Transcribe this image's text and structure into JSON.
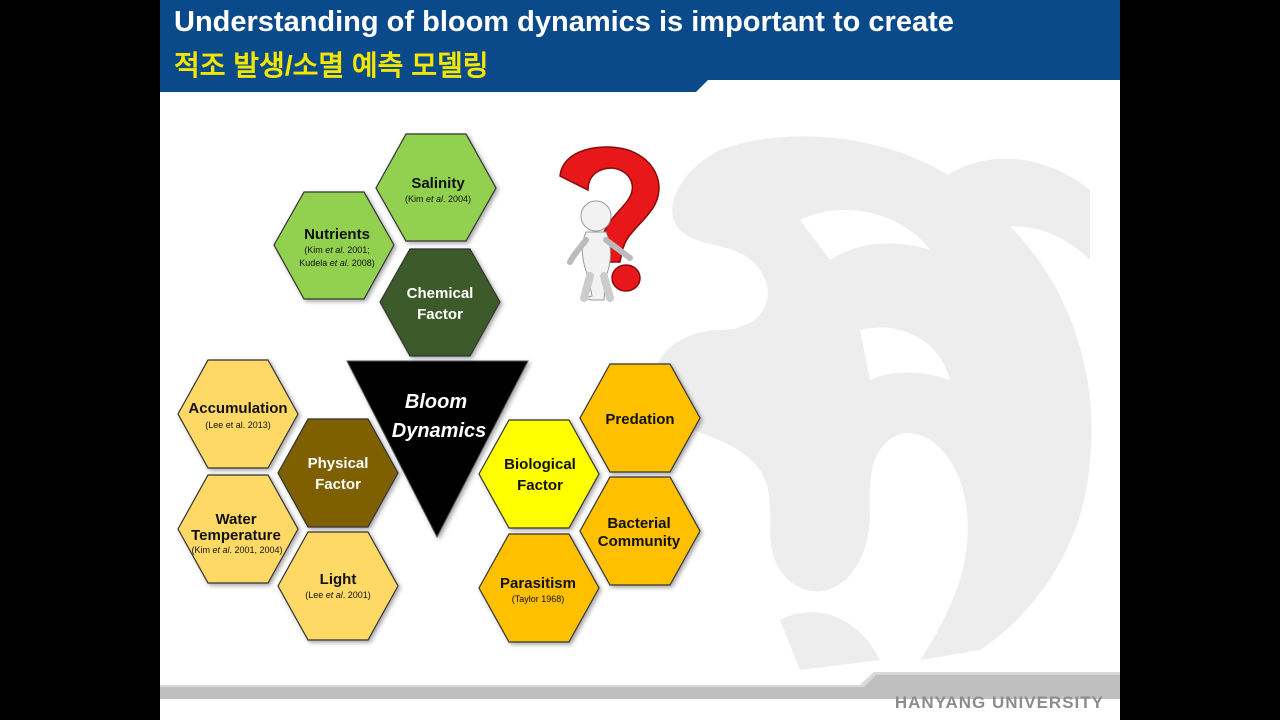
{
  "header": {
    "title_line1": "Understanding of bloom dynamics is important to create",
    "title_line2": "적조 발생/소멸 예측 모델링"
  },
  "footer": {
    "university": "HANYANG UNIVERSITY"
  },
  "diagram": {
    "center": {
      "line1": "Bloom",
      "line2": "Dynamics"
    },
    "chemical": {
      "factor": {
        "line1": "Chemical",
        "line2": "Factor"
      },
      "salinity": {
        "label": "Salinity",
        "ref_pre": "(Kim ",
        "ref_ital": "et al",
        "ref_post": ". 2004)"
      },
      "nutrients": {
        "label": "Nutrients",
        "ref1_pre": "(Kim ",
        "ref1_ital": "et al",
        "ref1_post": ". 2001;",
        "ref2_pre": "Kudela ",
        "ref2_ital": "et al",
        "ref2_post": ". 2008)"
      }
    },
    "physical": {
      "factor": {
        "line1": "Physical",
        "line2": "Factor"
      },
      "accumulation": {
        "label": "Accumulation",
        "ref": "(Lee et al. 2013)"
      },
      "water_temperature": {
        "line1": "Water",
        "line2": "Temperature",
        "ref_pre": "(Kim ",
        "ref_ital": "et al",
        "ref_post": ". 2001, 2004)"
      },
      "light": {
        "label": "Light",
        "ref_pre": "(Lee ",
        "ref_ital": "et al",
        "ref_post": ". 2001)"
      }
    },
    "biological": {
      "factor": {
        "line1": "Biological",
        "line2": "Factor"
      },
      "predation": {
        "label": "Predation"
      },
      "bacterial_community": {
        "line1": "Bacterial",
        "line2": "Community"
      },
      "parasitism": {
        "label": "Parasitism",
        "ref": "(Taylor 1968)"
      }
    }
  },
  "colors": {
    "header_blue": "#0b4a8a",
    "light_green": "#92d050",
    "dark_green": "#3d5a2a",
    "light_yellow": "#ffd966",
    "olive": "#7f6000",
    "bright_yellow": "#ffff00",
    "gold": "#ffc000",
    "question_red": "#e8171a"
  },
  "icons": [
    "question-mark-icon",
    "thinking-figure-icon",
    "dragon-watermark-icon"
  ]
}
